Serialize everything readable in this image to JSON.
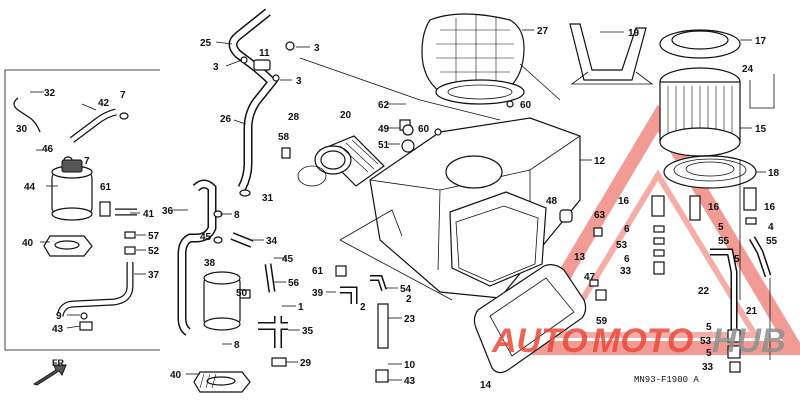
{
  "diagram_code": "MN93-F1900 A",
  "front_label": "FR.",
  "watermark": {
    "brand_part1": "AUTO",
    "brand_part2": "MOTO",
    "brand_part3": "HUB",
    "color_red": "#e8493c",
    "color_gray": "#8f8f8f"
  },
  "callouts": [
    {
      "id": "c25",
      "label": "25"
    },
    {
      "id": "c3a",
      "label": "3"
    },
    {
      "id": "c11",
      "label": "11"
    },
    {
      "id": "c3b",
      "label": "3"
    },
    {
      "id": "c3c",
      "label": "3"
    },
    {
      "id": "c27",
      "label": "27"
    },
    {
      "id": "c19",
      "label": "19"
    },
    {
      "id": "c17",
      "label": "17"
    },
    {
      "id": "c24",
      "label": "24"
    },
    {
      "id": "c15",
      "label": "15"
    },
    {
      "id": "c32",
      "label": "32"
    },
    {
      "id": "c30",
      "label": "30"
    },
    {
      "id": "c42",
      "label": "42"
    },
    {
      "id": "c7a",
      "label": "7"
    },
    {
      "id": "c46",
      "label": "46"
    },
    {
      "id": "c7b",
      "label": "7"
    },
    {
      "id": "c44",
      "label": "44"
    },
    {
      "id": "c61a",
      "label": "61"
    },
    {
      "id": "c41",
      "label": "41"
    },
    {
      "id": "c57",
      "label": "57"
    },
    {
      "id": "c52",
      "label": "52"
    },
    {
      "id": "c40a",
      "label": "40"
    },
    {
      "id": "c37",
      "label": "37"
    },
    {
      "id": "c9",
      "label": "9"
    },
    {
      "id": "c43a",
      "label": "43"
    },
    {
      "id": "c26",
      "label": "26"
    },
    {
      "id": "c28",
      "label": "28"
    },
    {
      "id": "c58",
      "label": "58"
    },
    {
      "id": "c31",
      "label": "31"
    },
    {
      "id": "c20",
      "label": "20"
    },
    {
      "id": "c62",
      "label": "62"
    },
    {
      "id": "c60a",
      "label": "60"
    },
    {
      "id": "c49",
      "label": "49"
    },
    {
      "id": "c60b",
      "label": "60"
    },
    {
      "id": "c51",
      "label": "51"
    },
    {
      "id": "c12",
      "label": "12"
    },
    {
      "id": "c18",
      "label": "18"
    },
    {
      "id": "c36",
      "label": "36"
    },
    {
      "id": "c8a",
      "label": "8"
    },
    {
      "id": "c45a",
      "label": "45"
    },
    {
      "id": "c34",
      "label": "34"
    },
    {
      "id": "c45b",
      "label": "45"
    },
    {
      "id": "c38",
      "label": "38"
    },
    {
      "id": "c56",
      "label": "56"
    },
    {
      "id": "c50",
      "label": "50"
    },
    {
      "id": "c1",
      "label": "1"
    },
    {
      "id": "c35",
      "label": "35"
    },
    {
      "id": "c8b",
      "label": "8"
    },
    {
      "id": "c29",
      "label": "29"
    },
    {
      "id": "c40b",
      "label": "40"
    },
    {
      "id": "c61b",
      "label": "61"
    },
    {
      "id": "c39",
      "label": "39"
    },
    {
      "id": "c54",
      "label": "54"
    },
    {
      "id": "c2a",
      "label": "2"
    },
    {
      "id": "c2b",
      "label": "2"
    },
    {
      "id": "c23",
      "label": "23"
    },
    {
      "id": "c10",
      "label": "10"
    },
    {
      "id": "c43b",
      "label": "43"
    },
    {
      "id": "c48",
      "label": "48"
    },
    {
      "id": "c63",
      "label": "63"
    },
    {
      "id": "c13",
      "label": "13"
    },
    {
      "id": "c47",
      "label": "47"
    },
    {
      "id": "c59",
      "label": "59"
    },
    {
      "id": "c14",
      "label": "14"
    },
    {
      "id": "c16a",
      "label": "16"
    },
    {
      "id": "c16b",
      "label": "16"
    },
    {
      "id": "c16c",
      "label": "16"
    },
    {
      "id": "c6a",
      "label": "6"
    },
    {
      "id": "c53a",
      "label": "53"
    },
    {
      "id": "c6b",
      "label": "6"
    },
    {
      "id": "c33a",
      "label": "33"
    },
    {
      "id": "c5a",
      "label": "5"
    },
    {
      "id": "c55a",
      "label": "55"
    },
    {
      "id": "c4",
      "label": "4"
    },
    {
      "id": "c55b",
      "label": "55"
    },
    {
      "id": "c5b",
      "label": "5"
    },
    {
      "id": "c22",
      "label": "22"
    },
    {
      "id": "c21",
      "label": "21"
    },
    {
      "id": "c5c",
      "label": "5"
    },
    {
      "id": "c53b",
      "label": "53"
    },
    {
      "id": "c5d",
      "label": "5"
    },
    {
      "id": "c33b",
      "label": "33"
    }
  ]
}
